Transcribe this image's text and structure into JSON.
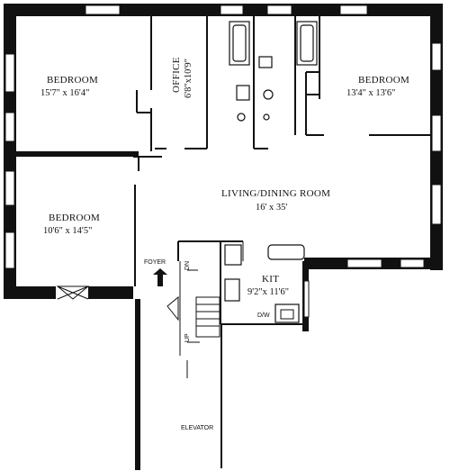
{
  "rooms": {
    "bedroom1": {
      "name": "BEDROOM",
      "dims": "15'7\" x 16'4\""
    },
    "office": {
      "name": "OFFICE",
      "dims": "6'8\"x10'9\""
    },
    "bedroom2": {
      "name": "BEDROOM",
      "dims": "13'4\" x 13'6\""
    },
    "living": {
      "name": "LIVING/DINING ROOM",
      "dims": "16' x 35'"
    },
    "bedroom3": {
      "name": "BEDROOM",
      "dims": "10'6\" x 14'5\""
    },
    "kitchen": {
      "name": "KIT",
      "dims": "9'2\"x 11'6\""
    }
  },
  "labels": {
    "foyer": "FOYER",
    "elevator": "ELEVATOR",
    "dw": "D/W",
    "dn": "DN",
    "up": "UP"
  }
}
